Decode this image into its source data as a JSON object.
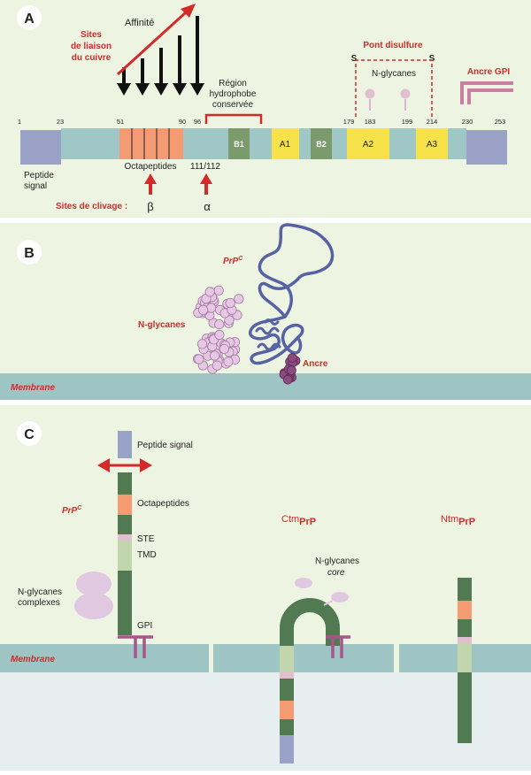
{
  "colors": {
    "panel_bg": "#eef4e2",
    "lower_bg": "#e6eef0",
    "membrane": "#9fc4c4",
    "signal": "#9aa2c8",
    "octa": "#f49b74",
    "teal": "#9fc7c5",
    "beta": "#7c9b6c",
    "alpha": "#f7e24a",
    "red": "#d42a2a",
    "green": "#527a52",
    "pink": "#e0c0cf",
    "light": "#c2d6ad",
    "blue": "#5662a4",
    "gpi": "#a8568a",
    "blob": "#dfc8e0"
  },
  "panel_a": {
    "letter": "A",
    "affinity": "Affinité",
    "copper": [
      "Sites",
      "de liaison",
      "du cuivre"
    ],
    "region": [
      "Région",
      "hydrophobe",
      "conservée"
    ],
    "disulfide": "Pont disulfure",
    "s_left": "S",
    "s_right": "S",
    "n_glycans": "N-glycanes",
    "gpi_anchor": "Ancre GPI",
    "positions": [
      "1",
      "23",
      "51",
      "90",
      "96",
      "179",
      "183",
      "199",
      "214",
      "230",
      "253"
    ],
    "b1": "B1",
    "a1": "A1",
    "b2": "B2",
    "a2": "A2",
    "a3": "A3",
    "signal_peptide": [
      "Peptide",
      "signal"
    ],
    "octapeptides": "Octapeptides",
    "site_111": "111/112",
    "cleavage": "Sites de clivage :",
    "beta_sym": "β",
    "alpha_sym": "α"
  },
  "panel_b": {
    "letter": "B",
    "prpc": "PrP",
    "prpc_sup": "C",
    "n_glycans": "N-glycanes",
    "anchor": "Ancre",
    "membrane": "Membrane"
  },
  "panel_c": {
    "letter": "C",
    "peptide_signal": "Peptide signal",
    "octapeptides": "Octapeptides",
    "ste": "STE",
    "tmd": "TMD",
    "gpi": "GPI",
    "n_complex": [
      "N-glycanes",
      "complexes"
    ],
    "n_core": [
      "N-glycanes",
      "core"
    ],
    "prpc": "PrP",
    "prpc_sup": "C",
    "ctm": "Ctm",
    "ntm": "Ntm",
    "prp_sub": "PrP",
    "membrane": "Membrane"
  }
}
